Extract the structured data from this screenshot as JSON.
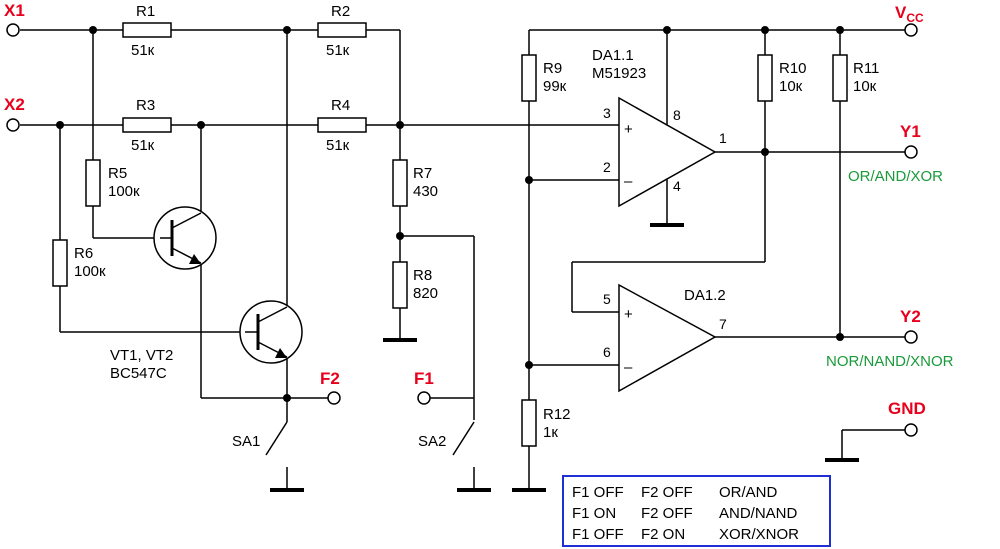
{
  "terminals": {
    "x1": "X1",
    "x2": "X2",
    "vcc_main": "V",
    "vcc_sub": "CC",
    "y1": "Y1",
    "y2": "Y2",
    "f1": "F1",
    "f2": "F2",
    "gnd": "GND"
  },
  "resistors": {
    "r1": {
      "name": "R1",
      "value": "51к"
    },
    "r2": {
      "name": "R2",
      "value": "51к"
    },
    "r3": {
      "name": "R3",
      "value": "51к"
    },
    "r4": {
      "name": "R4",
      "value": "51к"
    },
    "r5": {
      "name": "R5",
      "value": "100к"
    },
    "r6": {
      "name": "R6",
      "value": "100к"
    },
    "r7": {
      "name": "R7",
      "value": "430"
    },
    "r8": {
      "name": "R8",
      "value": "820"
    },
    "r9": {
      "name": "R9",
      "value": "99к"
    },
    "r10": {
      "name": "R10",
      "value": "10к"
    },
    "r11": {
      "name": "R11",
      "value": "10к"
    },
    "r12": {
      "name": "R12",
      "value": "1к"
    }
  },
  "transistors": {
    "label": "VT1, VT2",
    "part": "BC547C"
  },
  "switches": {
    "sa1": "SA1",
    "sa2": "SA2"
  },
  "opamps": {
    "da1_1": {
      "name": "DA1.1",
      "part": "M51923",
      "pins": [
        "3",
        "2",
        "8",
        "4",
        "1"
      ],
      "plus": "+",
      "minus": "–"
    },
    "da1_2": {
      "name": "DA1.2",
      "pins": [
        "5",
        "6",
        "7"
      ],
      "plus": "+",
      "minus": "–"
    }
  },
  "outputs": {
    "y1_func": "OR/AND/XOR",
    "y2_func": "NOR/NAND/XNOR"
  },
  "mode_table": {
    "border_color": "#1f2fd6",
    "rows": [
      {
        "f1": "F1 OFF",
        "f2": "F2 OFF",
        "func": "OR/AND"
      },
      {
        "f1": "F1 ON",
        "f2": "F2 OFF",
        "func": "AND/NAND"
      },
      {
        "f1": "F1 OFF",
        "f2": "F2 ON",
        "func": "XOR/XNOR"
      }
    ]
  },
  "colors": {
    "terminal_label": "#e8001c",
    "function_label": "#1a9a3a"
  }
}
